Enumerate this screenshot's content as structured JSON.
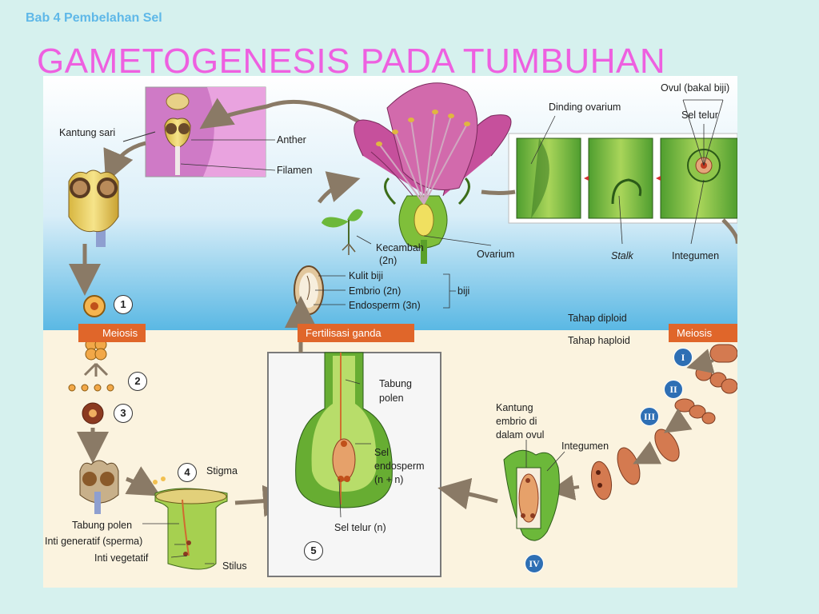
{
  "header": {
    "chapter": "Bab 4 Pembelahan Sel"
  },
  "title": "GAMETOGENESIS PADA TUMBUHAN",
  "labels": {
    "kantung_sari": "Kantung sari",
    "anther": "Anther",
    "filamen": "Filamen",
    "dinding_ovarium": "Dinding ovarium",
    "ovul": "Ovul (bakal biji)",
    "sel_telur_top": "Sel telur",
    "kecambah": "Kecambah",
    "kecambah_ploidy": "(2n)",
    "ovarium": "Ovarium",
    "stalk": "Stalk",
    "integumen_top": "Integumen",
    "kulit_biji": "Kulit biji",
    "embrio": "Embrio (2n)",
    "endosperm": "Endosperm (3n)",
    "biji": "biji",
    "tahap_diploid": "Tahap diploid",
    "tahap_haploid": "Tahap haploid",
    "tabung_polen_line1": "Tabung",
    "tabung_polen_line2": "polen",
    "sel_endosperm_1": "Sel",
    "sel_endosperm_2": "endosperm",
    "sel_endosperm_3": "(n + n)",
    "sel_telur_n": "Sel telur (n)",
    "kantung_embrio_1": "Kantung",
    "kantung_embrio_2": "embrio di",
    "kantung_embrio_3": "dalam ovul",
    "integumen_mid": "Integumen",
    "stigma": "Stigma",
    "tabung_polen": "Tabung polen",
    "inti_generatif": "Inti generatif (sperma)",
    "inti_vegetatif": "Inti vegetatif",
    "stilus": "Stilus"
  },
  "bands": {
    "meiosis_left": "Meiosis",
    "fertilisasi": "Fertilisasi ganda",
    "meiosis_right": "Meiosis"
  },
  "steps": [
    "1",
    "2",
    "3",
    "4",
    "5"
  ],
  "roman_steps": [
    "I",
    "II",
    "III",
    "IV"
  ],
  "colors": {
    "diploid_bg": "#5ab8e4",
    "haploid_bg": "#fbf3df",
    "band": "#e0662a",
    "petal": "#c6509c",
    "title": "#ee60e0"
  }
}
